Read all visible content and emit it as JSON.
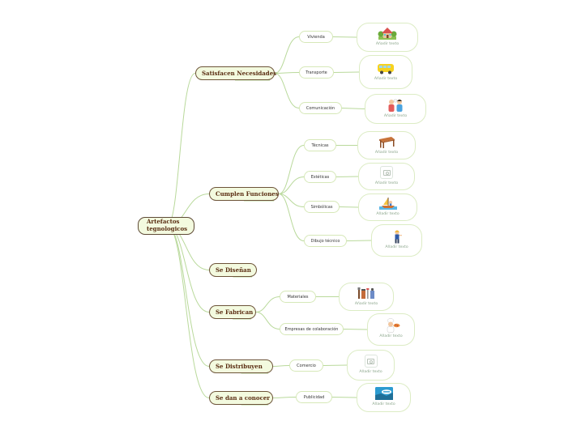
{
  "map": {
    "root": "Artefactos tegnologicos",
    "branches": [
      {
        "label": "Satisfacen Necesidades",
        "children": [
          {
            "label": "Vivienda",
            "leaf": {
              "icon": "house-icon",
              "caption": "Añadir texto"
            }
          },
          {
            "label": "Transporte",
            "leaf": {
              "icon": "bus-icon",
              "caption": "Añadir texto"
            }
          },
          {
            "label": "Comunicación",
            "leaf": {
              "icon": "people-talking-icon",
              "caption": "Añadir texto"
            }
          }
        ]
      },
      {
        "label": "Cumplen Funciones",
        "children": [
          {
            "label": "Técnicas",
            "leaf": {
              "icon": "table-icon",
              "caption": "Añadir texto"
            }
          },
          {
            "label": "Estéticas",
            "leaf": {
              "icon": "camera-placeholder-icon",
              "caption": "Añadir texto"
            }
          },
          {
            "label": "Simbólicas",
            "leaf": {
              "icon": "boat-icon",
              "caption": "Añadir texto"
            }
          },
          {
            "label": "Dibujo técnico",
            "leaf": {
              "icon": "worker-icon",
              "caption": "Añadir texto"
            }
          }
        ]
      },
      {
        "label": "Se Diseñan",
        "children": []
      },
      {
        "label": "Se Fabrican",
        "children": [
          {
            "label": "Materiales",
            "leaf": {
              "icon": "tools-icon",
              "caption": "Añadir texto"
            }
          },
          {
            "label": "Empresas de colaboración",
            "leaf": {
              "icon": "chef-icon",
              "caption": "Añadir texto"
            }
          }
        ]
      },
      {
        "label": "Se Distribuyen",
        "children": [
          {
            "label": "Comercio",
            "leaf": {
              "icon": "camera-placeholder-icon",
              "caption": "Añadir texto"
            }
          }
        ]
      },
      {
        "label": "Se dan a conocer",
        "children": [
          {
            "label": "Publicidad",
            "leaf": {
              "icon": "billboard-icon",
              "caption": "Añadir texto"
            }
          }
        ]
      }
    ]
  },
  "colors": {
    "link": "#b9d99b",
    "node_fill": "#f3fadf",
    "node_border": "#6d5439",
    "node_text": "#5a2d12"
  }
}
